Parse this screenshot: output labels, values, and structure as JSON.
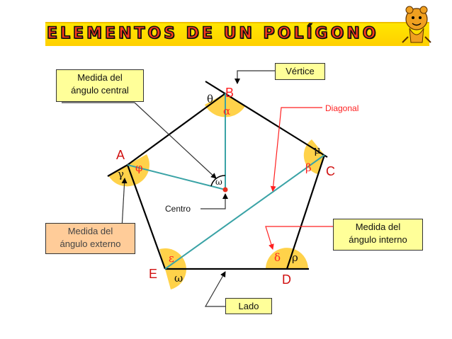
{
  "title": "ELEMENTOS DE UN POLÍGONO",
  "mascot": "tiger-mascot",
  "colors": {
    "title_fill": "#ffd700",
    "title_text": "#ff3a1a",
    "box_yellow": "#ffff99",
    "box_orange": "#ffcc99",
    "angle_fill": "#ffd24a",
    "radius_line": "#3aa3a6",
    "diagonal_line": "#3aa3a6",
    "arrow_red": "#ff2020"
  },
  "vertices": {
    "A": "A",
    "B": "B",
    "C": "C",
    "D": "D",
    "E": "E"
  },
  "center_label": "Centro",
  "diagonal_label": "Diagonal",
  "boxes": {
    "vertex": "Vértice",
    "central_angle_line1": "Medida del",
    "central_angle_line2": "ángulo central",
    "external_angle_line1": "Medida del",
    "external_angle_line2": "ángulo externo",
    "internal_angle_line1": "Medida del",
    "internal_angle_line2": "ángulo interno",
    "side": "Lado"
  },
  "greek": {
    "theta": "θ",
    "alpha": "α",
    "mu": "μ",
    "beta": "β",
    "gamma": "γ",
    "phi": "φ",
    "omega_center": "ω",
    "epsilon": "ε",
    "omega_e": "ω",
    "delta": "δ",
    "rho": "ρ"
  }
}
